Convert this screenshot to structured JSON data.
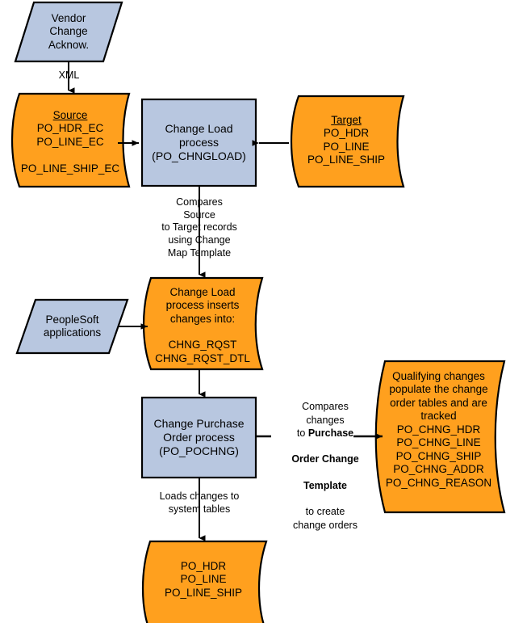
{
  "diagram": {
    "title": "PeopleSoft Purchase Order Change Load process flow",
    "colors": {
      "orange_fill": "#FFA01E",
      "blue_fill": "#B8C7E0",
      "stroke": "#000000",
      "text": "#000000",
      "background": "#FFFFFF"
    },
    "nodes": {
      "vendor_change_acknow": {
        "shape": "parallelogram",
        "fill": "#B8C7E0",
        "text": "Vendor\nChange\nAcknow."
      },
      "source": {
        "shape": "data-tape",
        "fill": "#FFA01E",
        "heading": "Source",
        "lines": "PO_HDR_EC\nPO_LINE_EC",
        "extra": "PO_LINE_SHIP_EC"
      },
      "change_load_process": {
        "shape": "rectangle",
        "fill": "#B8C7E0",
        "text": "Change Load\nprocess\n(PO_CHNGLOAD)"
      },
      "target": {
        "shape": "data-tape",
        "fill": "#FFA01E",
        "heading": "Target",
        "lines": "PO_HDR\nPO_LINE\nPO_LINE_SHIP"
      },
      "peoplesoft_applications": {
        "shape": "parallelogram",
        "fill": "#B8C7E0",
        "text": "PeopleSoft\napplications"
      },
      "change_load_inserts": {
        "shape": "data-tape",
        "fill": "#FFA01E",
        "text": "Change Load\nprocess inserts\nchanges into:",
        "tables": "CHNG_RQST\nCHNG_RQST_DTL"
      },
      "change_purchase_order_process": {
        "shape": "rectangle",
        "fill": "#B8C7E0",
        "text": "Change Purchase\nOrder process\n(PO_POCHNG)"
      },
      "qualifying_changes": {
        "shape": "data-tape",
        "fill": "#FFA01E",
        "text": "Qualifying changes\npopulate the change\norder tables and are\ntracked",
        "tables": "PO_CHNG_HDR\nPO_CHNG_LINE\nPO_CHNG_SHIP\nPO_CHNG_ADDR\nPO_CHNG_REASON"
      },
      "system_tables": {
        "shape": "data-tape",
        "fill": "#FFA01E",
        "tables": "PO_HDR\nPO_LINE\nPO_LINE_SHIP"
      }
    },
    "edge_labels": {
      "xml": "XML",
      "compares_source_to_target": "Compares\nSource\nto Target records\nusing Change\nMap Template",
      "compares_changes_pre": "Compares\nchanges\nto ",
      "compares_changes_bold1": "Purchase",
      "compares_changes_bold2": "Order Change",
      "compares_changes_bold3": "Template",
      "compares_changes_post": "to create\nchange orders",
      "loads_changes": "Loads changes to\nsystem tables"
    }
  }
}
